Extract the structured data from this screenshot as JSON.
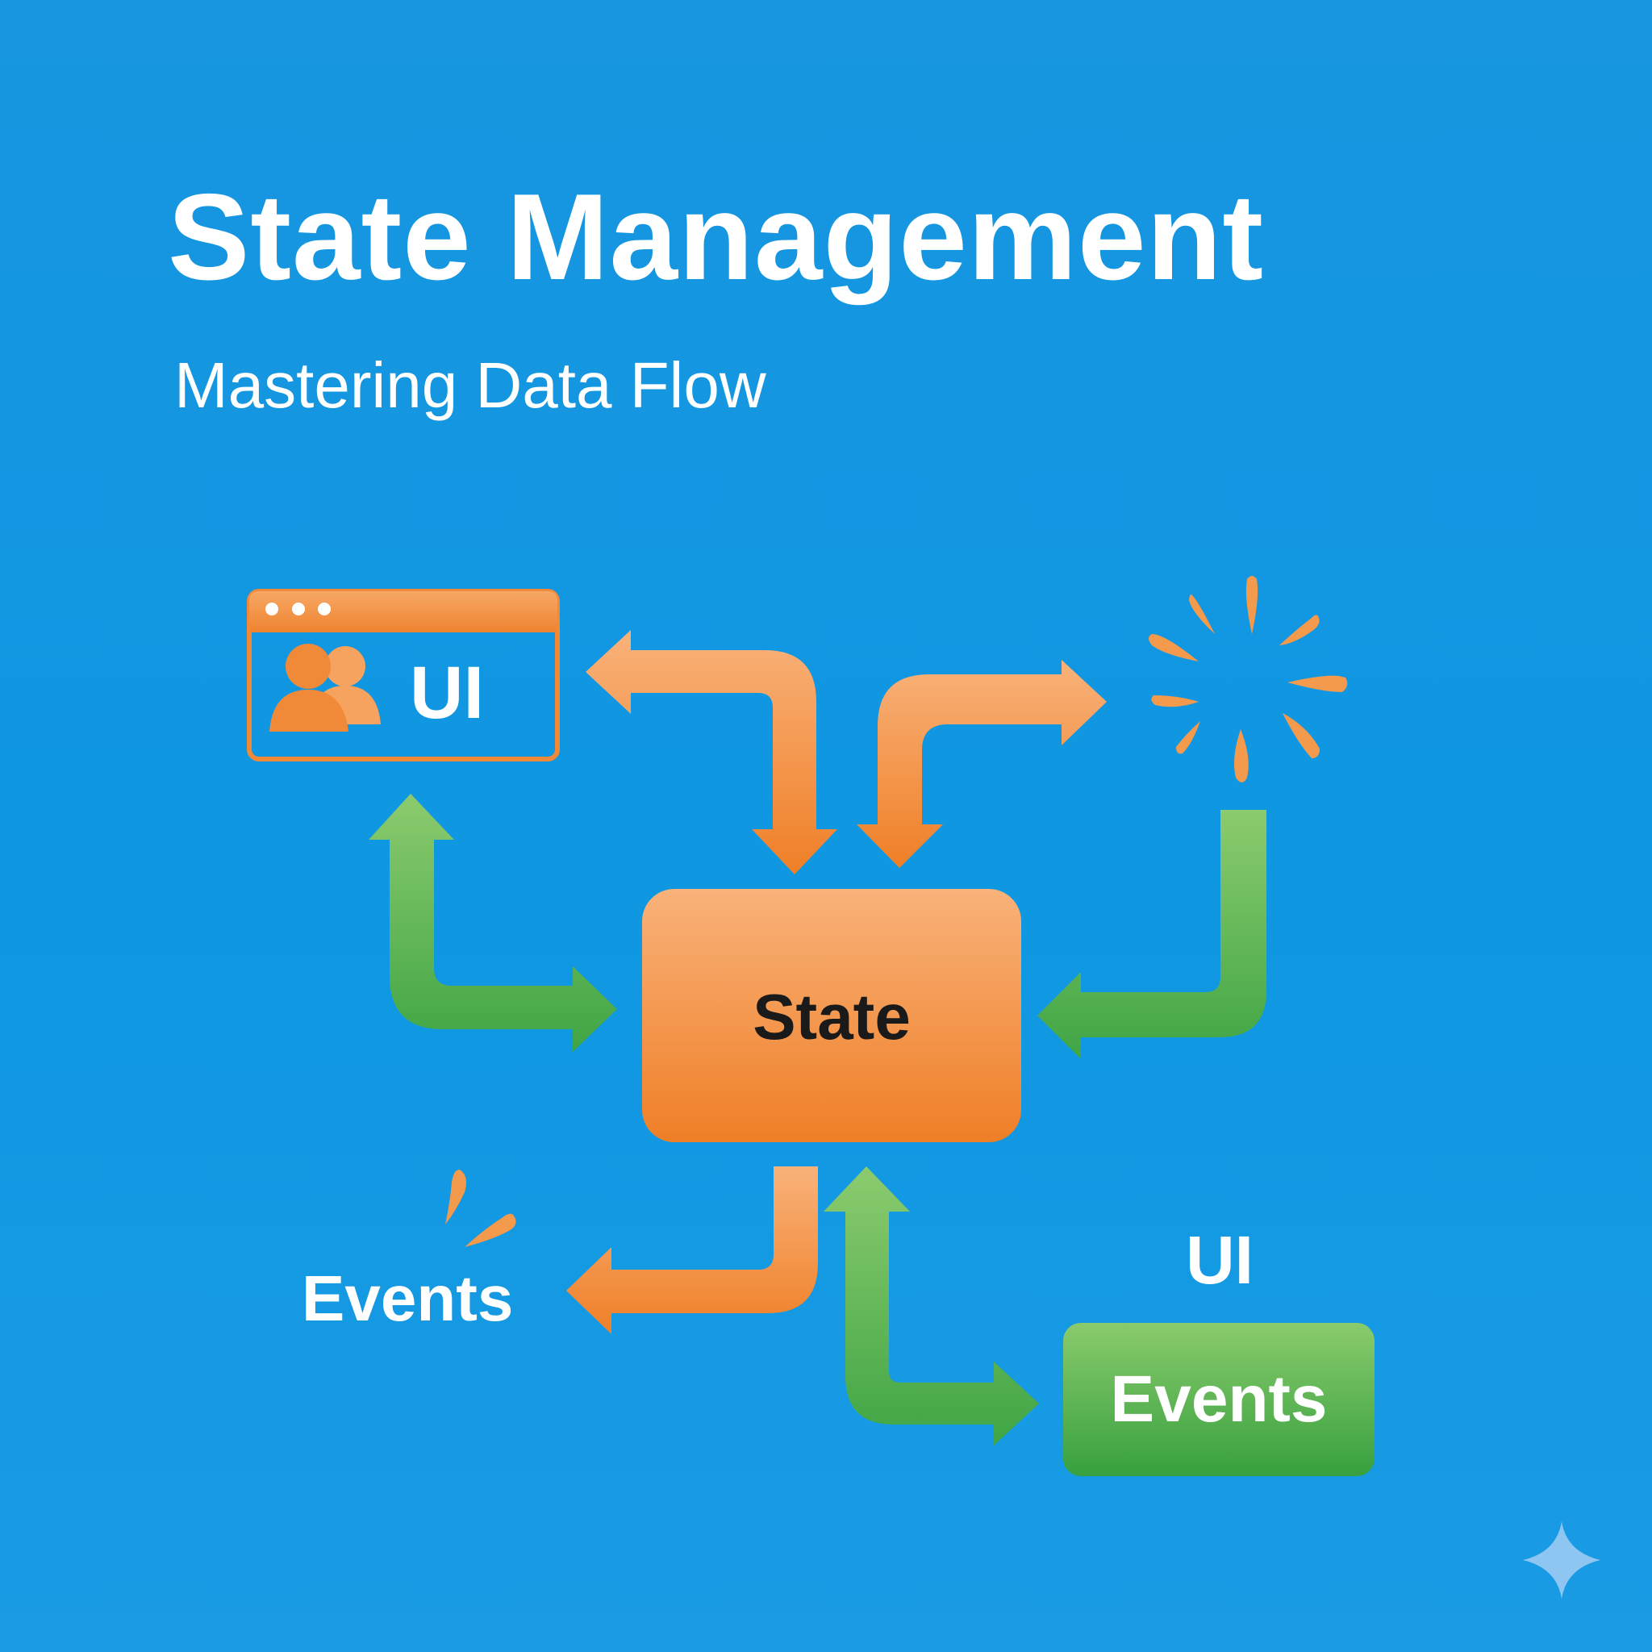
{
  "header": {
    "title": "State Management",
    "subtitle": "Mastering Data Flow"
  },
  "nodes": {
    "ui_window_label": "UI",
    "state_label": "State",
    "events_left_label": "Events",
    "ui_right_label": "UI",
    "events_box_label": "Events"
  },
  "colors": {
    "background": "#1296e0",
    "orange": "#f18a36",
    "green": "#5cb552",
    "text_dark": "#1a1a1a",
    "text_light": "#ffffff"
  },
  "icons": [
    "users-icon",
    "browser-dots-icon",
    "burst-icon",
    "sparkle-icon"
  ]
}
